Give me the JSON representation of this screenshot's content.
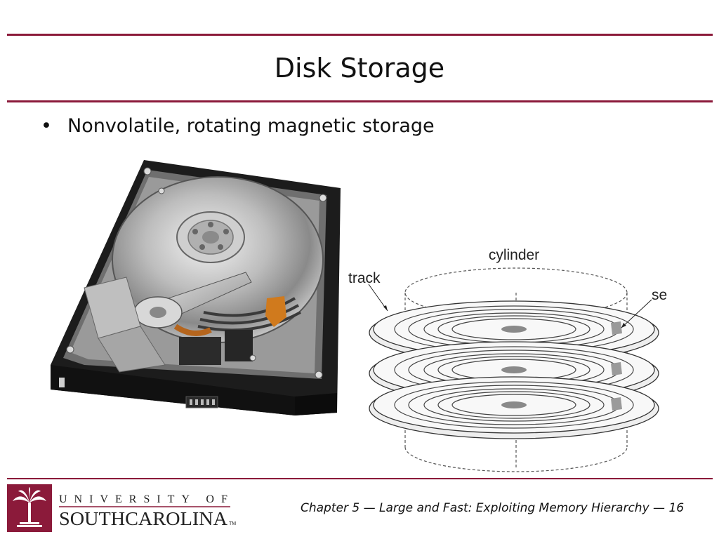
{
  "slide": {
    "title": "Disk Storage",
    "bullets": [
      "Nonvolatile, rotating magnetic storage"
    ]
  },
  "diagram": {
    "labels": {
      "cylinder": "cylinder",
      "track": "track",
      "sector": "sector"
    }
  },
  "logo": {
    "top_text": "UNIVERSITY OF",
    "bottom_text": "SOUTHCAROLINA",
    "mark": "TM"
  },
  "footer": {
    "text": "Chapter 5 — Large and Fast: Exploiting Memory Hierarchy — 16"
  },
  "colors": {
    "accent": "#8b1a3a",
    "text": "#111111"
  },
  "icons": {
    "bullet": "bullet-dot-icon",
    "hdd": "hard-disk-drive-photo",
    "logo": "palmetto-tree-icon"
  }
}
